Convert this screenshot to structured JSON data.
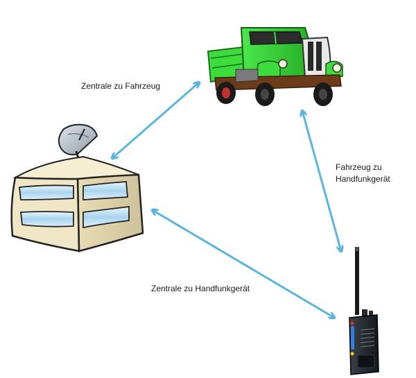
{
  "labels": {
    "central_to_vehicle": "Zentrale zu Fahrzeug",
    "vehicle_to_handheld_line1": "Fahrzeug zu",
    "vehicle_to_handheld_line2": "Handfunkgerät",
    "central_to_handheld": "Zentrale zu Handfunkgerät"
  },
  "nodes": [
    {
      "id": "central",
      "icon": "building-with-satellite-dish-icon"
    },
    {
      "id": "vehicle",
      "icon": "green-truck-icon"
    },
    {
      "id": "handheld",
      "icon": "handheld-radio-icon"
    }
  ],
  "links": [
    {
      "from": "central",
      "to": "vehicle",
      "bidirectional": true
    },
    {
      "from": "vehicle",
      "to": "handheld",
      "bidirectional": true
    },
    {
      "from": "central",
      "to": "handheld",
      "bidirectional": true
    }
  ],
  "colors": {
    "arrow": "#5ab4e0",
    "truck_body": "#3ddc3d",
    "truck_cab": "#33c233",
    "building_wall": "#efe6c6",
    "building_window": "#b7dcef",
    "dish": "#b9c3cc",
    "radio_body": "#1f2429",
    "radio_accent": "#2f7fe0"
  }
}
